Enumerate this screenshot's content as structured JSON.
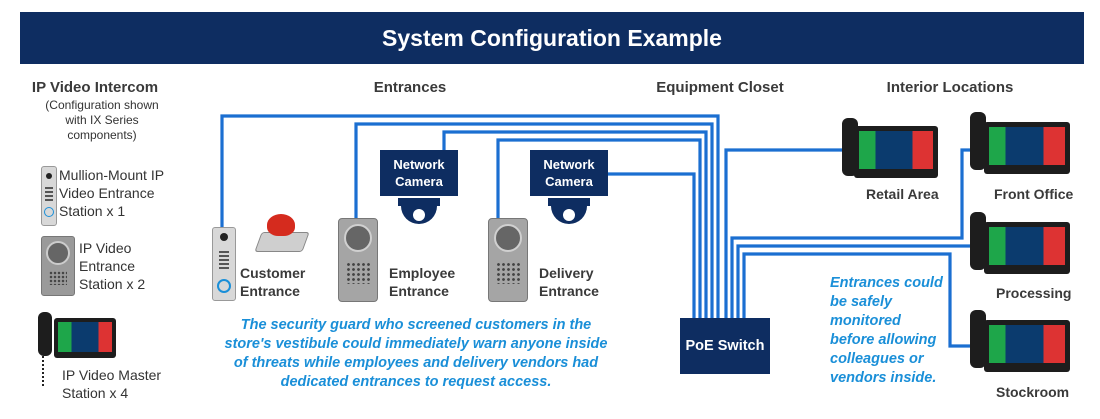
{
  "title": "System Configuration Example",
  "sections": {
    "left_heading": "IP Video Intercom",
    "left_note": "(Configuration shown with IX Series components)",
    "entrances": "Entrances",
    "closet": "Equipment Closet",
    "interior": "Interior Locations"
  },
  "legend": {
    "mullion": "Mullion-Mount IP Video Entrance Station x 1",
    "video_entrance": "IP Video Entrance Station x 2",
    "master": "IP Video Master Station x 4"
  },
  "entrances": {
    "customer": "Customer Entrance",
    "employee": "Employee Entrance",
    "delivery": "Delivery Entrance"
  },
  "cameras": {
    "camera1": "Network Camera",
    "camera2": "Network Camera"
  },
  "switch_label": "PoE Switch",
  "locations": {
    "retail": "Retail Area",
    "front_office": "Front Office",
    "processing": "Processing",
    "stockroom": "Stockroom"
  },
  "captions": {
    "guard": "The security guard who screened customers in the store's vestibule could immediately warn anyone inside of threats while employees and delivery vendors had dedicated entrances to request access.",
    "monitor": "Entrances could be safely monitored before allowing colleagues or vendors inside."
  },
  "colors": {
    "banner": "#0e2d61",
    "wire": "#1b6fd1",
    "caption": "#1a8fd8"
  },
  "icons": [
    "push-button-icon",
    "dome-camera-icon",
    "intercom-station-icon",
    "master-station-icon"
  ]
}
